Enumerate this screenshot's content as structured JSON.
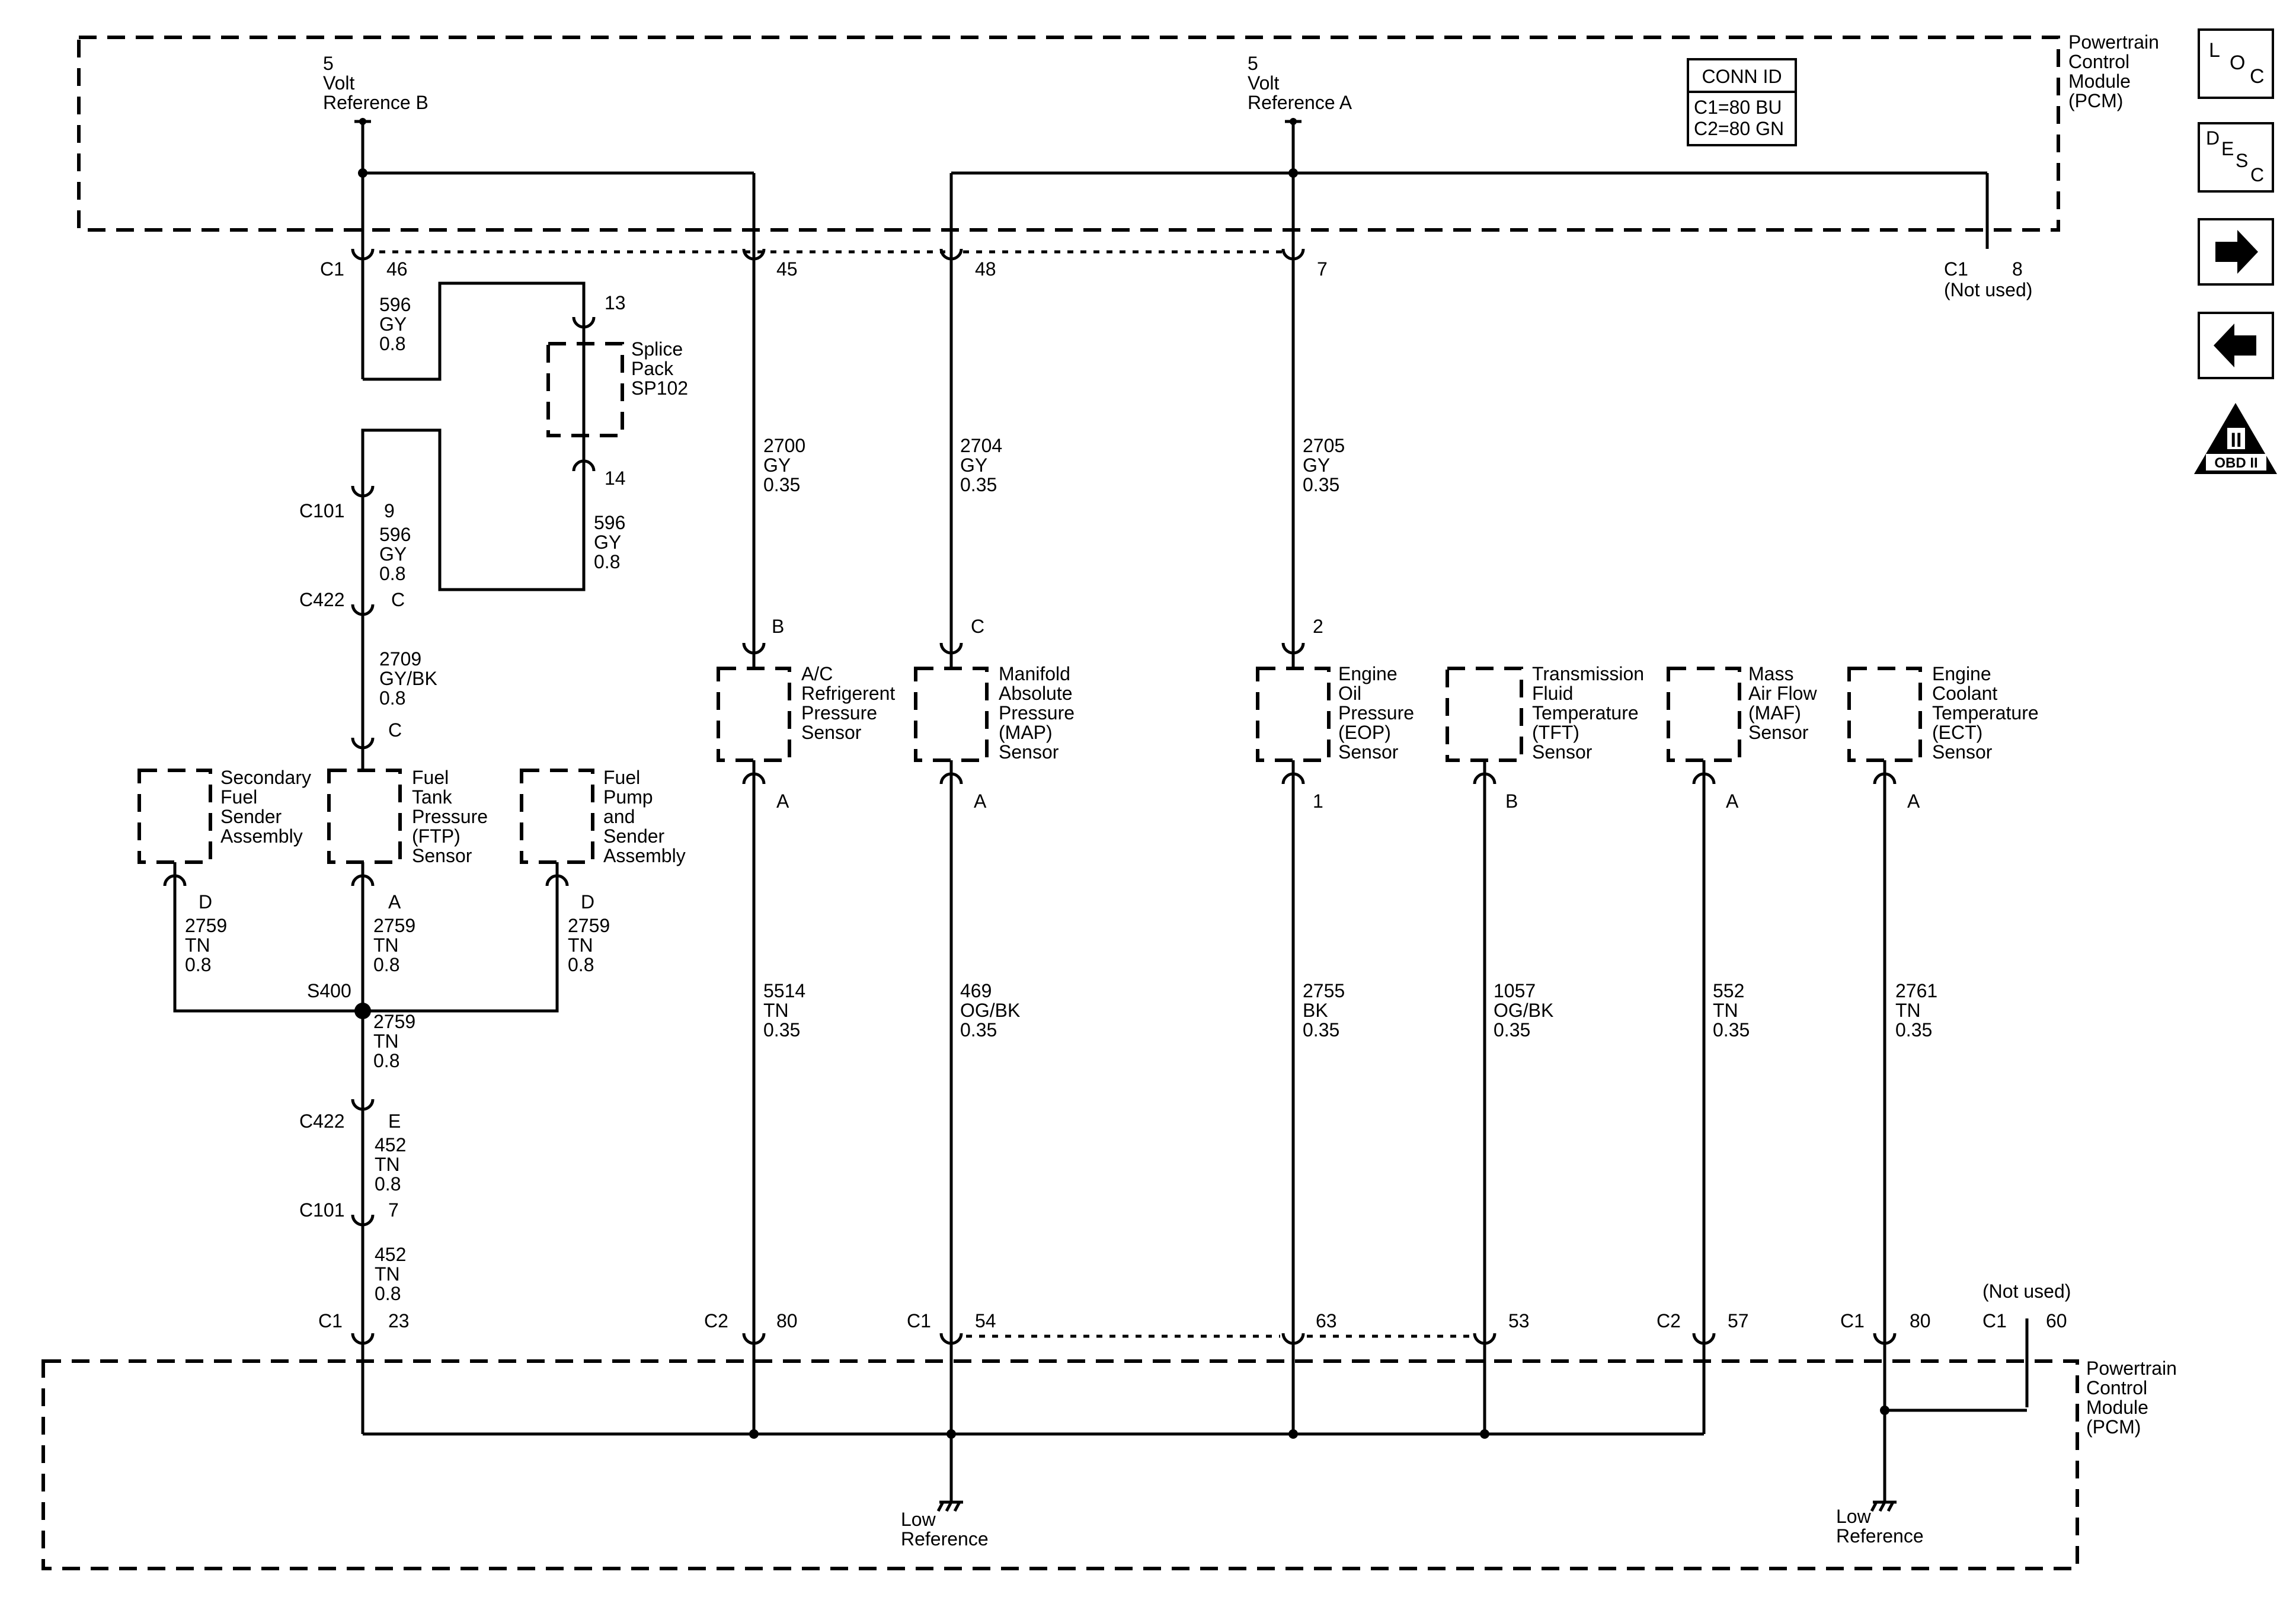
{
  "pcm": {
    "top": [
      "Powertrain",
      "Control",
      "Module",
      "(PCM)"
    ],
    "bottom": [
      "Powertrain",
      "Control",
      "Module",
      "(PCM)"
    ]
  },
  "conn_id": {
    "title": "CONN ID",
    "c1": "C1=80 BU",
    "c2": "C2=80 GN"
  },
  "refs": {
    "b": [
      "5",
      "Volt",
      "Reference B"
    ],
    "a": [
      "5",
      "Volt",
      "Reference A"
    ]
  },
  "top_pins": {
    "c1": "C1",
    "p46": "46",
    "p45": "45",
    "p48": "48",
    "p7": "7",
    "c1b": "C1",
    "p8": "8",
    "not_used": "(Not used)"
  },
  "splice": {
    "name": [
      "Splice",
      "Pack",
      "SP102"
    ],
    "p13": "13",
    "p14": "14"
  },
  "wires": {
    "w596a": [
      "596",
      "GY",
      "0.8"
    ],
    "w596b": [
      "596",
      "GY",
      "0.8"
    ],
    "w596c": [
      "596",
      "GY",
      "0.8"
    ],
    "w2709": [
      "2709",
      "GY/BK",
      "0.8"
    ],
    "w2759d1": [
      "2759",
      "TN",
      "0.8"
    ],
    "w2759a": [
      "2759",
      "TN",
      "0.8"
    ],
    "w2759d2": [
      "2759",
      "TN",
      "0.8"
    ],
    "w2759s": [
      "2759",
      "TN",
      "0.8"
    ],
    "w452a": [
      "452",
      "TN",
      "0.8"
    ],
    "w452b": [
      "452",
      "TN",
      "0.8"
    ],
    "w2700": [
      "2700",
      "GY",
      "0.35"
    ],
    "w2704": [
      "2704",
      "GY",
      "0.35"
    ],
    "w2705": [
      "2705",
      "GY",
      "0.35"
    ],
    "w5514": [
      "5514",
      "TN",
      "0.35"
    ],
    "w469": [
      "469",
      "OG/BK",
      "0.35"
    ],
    "w2755": [
      "2755",
      "BK",
      "0.35"
    ],
    "w1057": [
      "1057",
      "OG/BK",
      "0.35"
    ],
    "w552": [
      "552",
      "TN",
      "0.35"
    ],
    "w2761": [
      "2761",
      "TN",
      "0.35"
    ]
  },
  "connectors": {
    "c101a": "C101",
    "c101a_pin": "9",
    "c422a": "C422",
    "c422a_pin": "C",
    "ftp_top": "C",
    "c422b": "C422",
    "c422b_pin": "E",
    "c101b": "C101",
    "c101b_pin": "7",
    "s400": "S400"
  },
  "sensors": {
    "secondary": [
      "Secondary",
      "Fuel",
      "Sender",
      "Assembly"
    ],
    "ftp": [
      "Fuel",
      "Tank",
      "Pressure",
      "(FTP)",
      "Sensor"
    ],
    "pump": [
      "Fuel",
      "Pump",
      "and",
      "Sender",
      "Assembly"
    ],
    "ac": [
      "A/C",
      "Refrigerent",
      "Pressure",
      "Sensor"
    ],
    "map": [
      "Manifold",
      "Absolute",
      "Pressure",
      "(MAP)",
      "Sensor"
    ],
    "eop": [
      "Engine",
      "Oil",
      "Pressure",
      "(EOP)",
      "Sensor"
    ],
    "tft": [
      "Transmission",
      "Fluid",
      "Temperature",
      "(TFT)",
      "Sensor"
    ],
    "maf": [
      "Mass",
      "Air Flow",
      "(MAF)",
      "Sensor"
    ],
    "ect": [
      "Engine",
      "Coolant",
      "Temperature",
      "(ECT)",
      "Sensor"
    ]
  },
  "sensor_pins": {
    "ac_top": "B",
    "map_top": "C",
    "eop_top": "2",
    "sec_bot": "D",
    "ftp_bot": "A",
    "pump_bot": "D",
    "ac_bot": "A",
    "map_bot": "A",
    "eop_bot": "1",
    "tft_bot": "B",
    "maf_bot": "A",
    "ect_bot": "A"
  },
  "bottom_pins": {
    "c1_23": "C1",
    "p23": "23",
    "c2_80": "C2",
    "p80": "80",
    "c1_54": "C1",
    "p54": "54",
    "p63": "63",
    "p53": "53",
    "c2_57": "C2",
    "p57": "57",
    "c1_80": "C1",
    "p80b": "80",
    "not_used": "(Not used)",
    "c1_60": "C1",
    "p60": "60"
  },
  "grounds": {
    "left": [
      "Low",
      "Reference"
    ],
    "right": [
      "Low",
      "Reference"
    ]
  },
  "nav": {
    "loc": [
      "L",
      "O",
      "C"
    ],
    "desc": [
      "D",
      "E",
      "S",
      "C"
    ],
    "obd": "OBD II",
    "obd_mark": "II",
    "next": "right-arrow-icon",
    "prev": "left-arrow-icon"
  }
}
